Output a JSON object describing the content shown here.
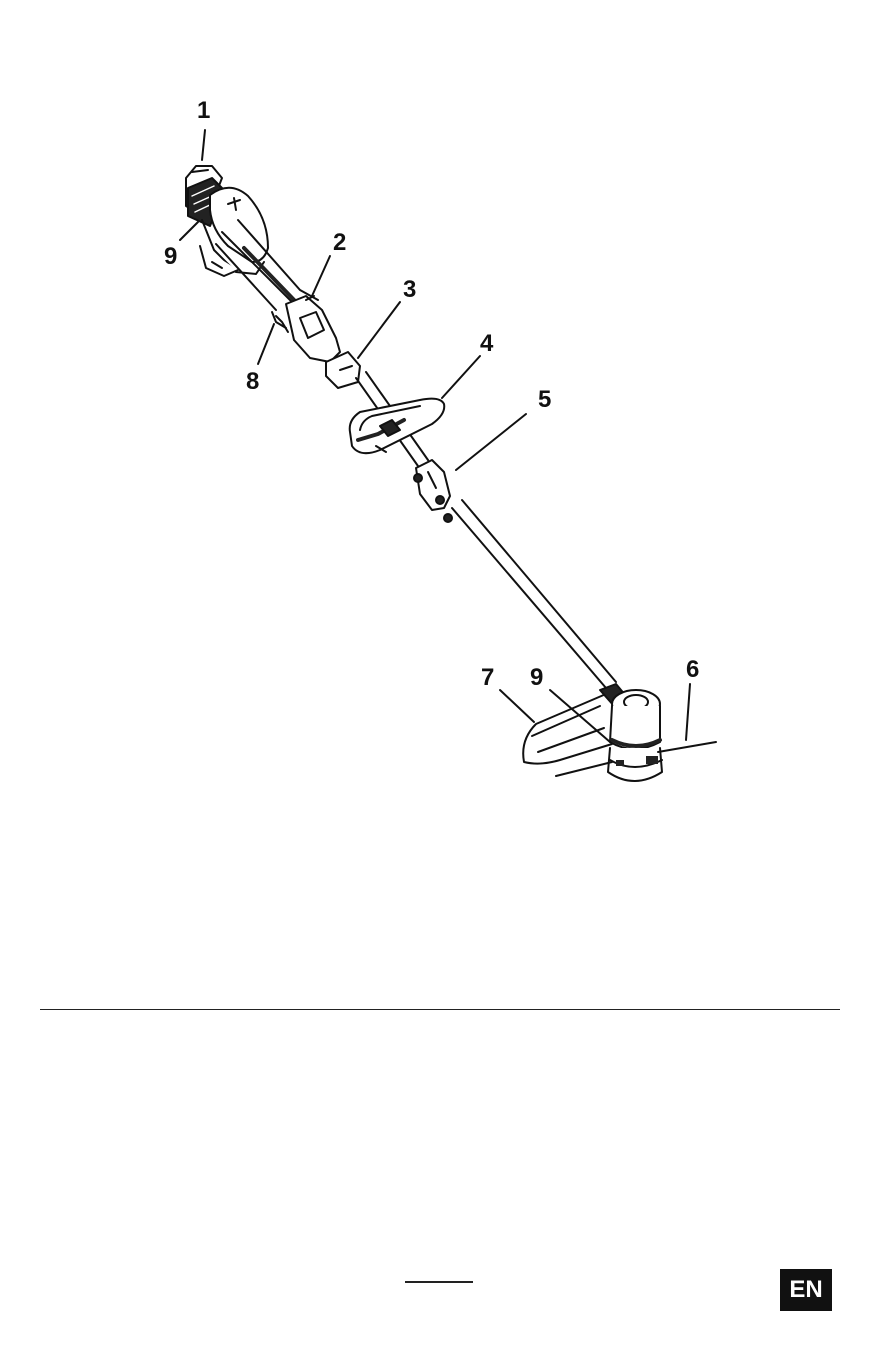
{
  "figure": {
    "callouts": [
      {
        "id": "c1",
        "label": "1"
      },
      {
        "id": "c2",
        "label": "2"
      },
      {
        "id": "c3",
        "label": "3"
      },
      {
        "id": "c4",
        "label": "4"
      },
      {
        "id": "c5",
        "label": "5"
      },
      {
        "id": "c6",
        "label": "6"
      },
      {
        "id": "c7",
        "label": "7"
      },
      {
        "id": "c8",
        "label": "8"
      },
      {
        "id": "c9a",
        "label": "9"
      },
      {
        "id": "c9b",
        "label": "9"
      }
    ]
  },
  "footer": {
    "language_badge": "EN"
  }
}
